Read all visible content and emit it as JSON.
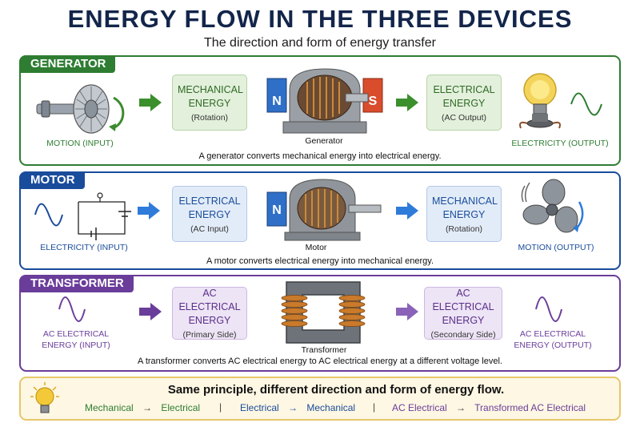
{
  "header": {
    "title": "ENERGY FLOW IN THE THREE DEVICES",
    "subtitle": "The direction and form of energy transfer"
  },
  "colors": {
    "generator": "#2e7d32",
    "motor": "#1a4c9c",
    "transformer": "#6a3d9a",
    "summary_border": "#e7c76b",
    "summary_bg": "#fdf7e3"
  },
  "generator": {
    "tag": "GENERATOR",
    "input_label": "MOTION (INPUT)",
    "input_box": {
      "title": "MECHANICAL ENERGY",
      "sub": "(Rotation)"
    },
    "device_caption": "Generator",
    "magnet_n": "N",
    "magnet_s": "S",
    "output_box": {
      "title": "ELECTRICAL ENERGY",
      "sub": "(AC Output)"
    },
    "output_label": "ELECTRICITY (OUTPUT)",
    "description": "A generator converts mechanical energy into electrical energy."
  },
  "motor": {
    "tag": "MOTOR",
    "input_label": "ELECTRICITY (INPUT)",
    "input_box": {
      "title": "ELECTRICAL ENERGY",
      "sub": "(AC Input)"
    },
    "device_caption": "Motor",
    "magnet_n": "N",
    "output_box": {
      "title": "MECHANICAL ENERGY",
      "sub": "(Rotation)"
    },
    "output_label": "MOTION (OUTPUT)",
    "description": "A motor converts electrical energy into mechanical energy."
  },
  "transformer": {
    "tag": "TRANSFORMER",
    "input_label_1": "AC ELECTRICAL",
    "input_label_2": "ENERGY (INPUT)",
    "input_box": {
      "title": "AC ELECTRICAL ENERGY",
      "sub": "(Primary Side)"
    },
    "device_caption": "Transformer",
    "output_box": {
      "title": "AC ELECTRICAL ENERGY",
      "sub": "(Secondary Side)"
    },
    "output_label_1": "AC ELECTRICAL",
    "output_label_2": "ENERGY (OUTPUT)",
    "description": "A transformer converts AC electrical energy to AC electrical energy at a different voltage level."
  },
  "summary": {
    "title": "Same principle, different direction and form of energy flow.",
    "flows": [
      {
        "from": "Mechanical",
        "arrow": "→",
        "to": "Electrical"
      },
      {
        "from": "Electrical",
        "arrow": "→",
        "to": "Mechanical"
      },
      {
        "from": "AC Electrical",
        "arrow": "→",
        "to": "Transformed AC Electrical"
      }
    ],
    "separator": "|"
  }
}
